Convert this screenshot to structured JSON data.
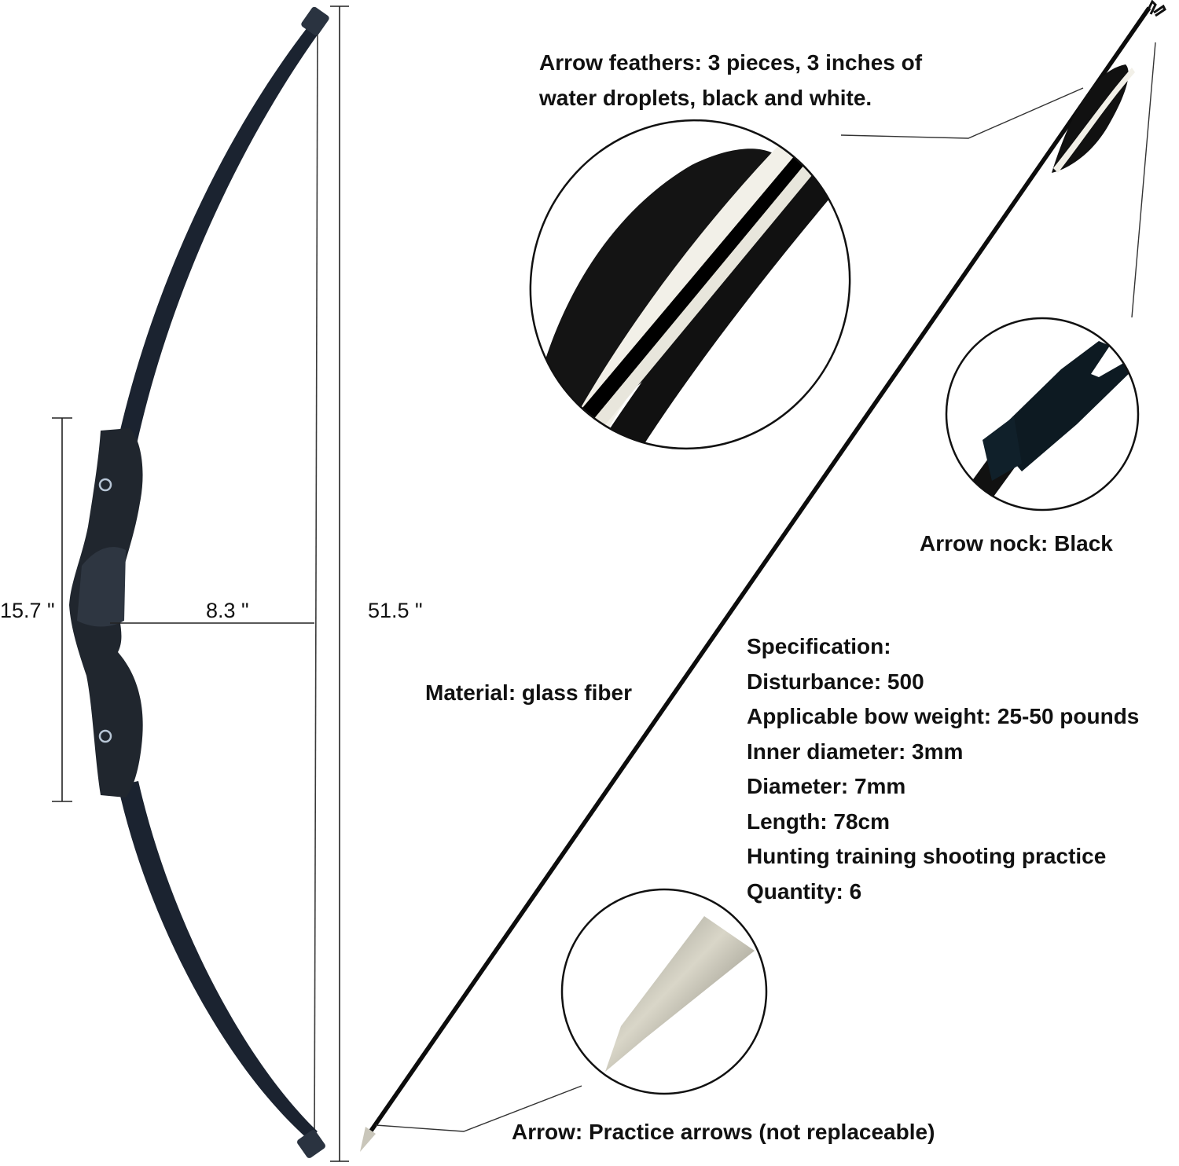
{
  "dimensions": {
    "riser_height": "15.7 \"",
    "brace_width": "8.3 \"",
    "bow_length": "51.5 \""
  },
  "callouts": {
    "feathers_line1": "Arrow feathers: 3 pieces, 3 inches of",
    "feathers_line2": "water droplets, black and white.",
    "nock": "Arrow nock: Black",
    "material": "Material: glass fiber",
    "arrow": "Arrow: Practice arrows (not replaceable)"
  },
  "specification": {
    "title": "Specification:",
    "lines": [
      "Disturbance: 500",
      "Applicable bow weight: 25-50 pounds",
      "Inner diameter: 3mm",
      "Diameter: 7mm",
      "Length: 78cm",
      "Hunting training shooting practice",
      "Quantity: 6"
    ]
  },
  "colors": {
    "bow_limb": "#1b2330",
    "riser": "#20262e",
    "arrow_shaft": "#0c0c0c",
    "feather_white": "#f2f0e8",
    "tip_metal": "#b9b6aa",
    "line": "#222222"
  }
}
